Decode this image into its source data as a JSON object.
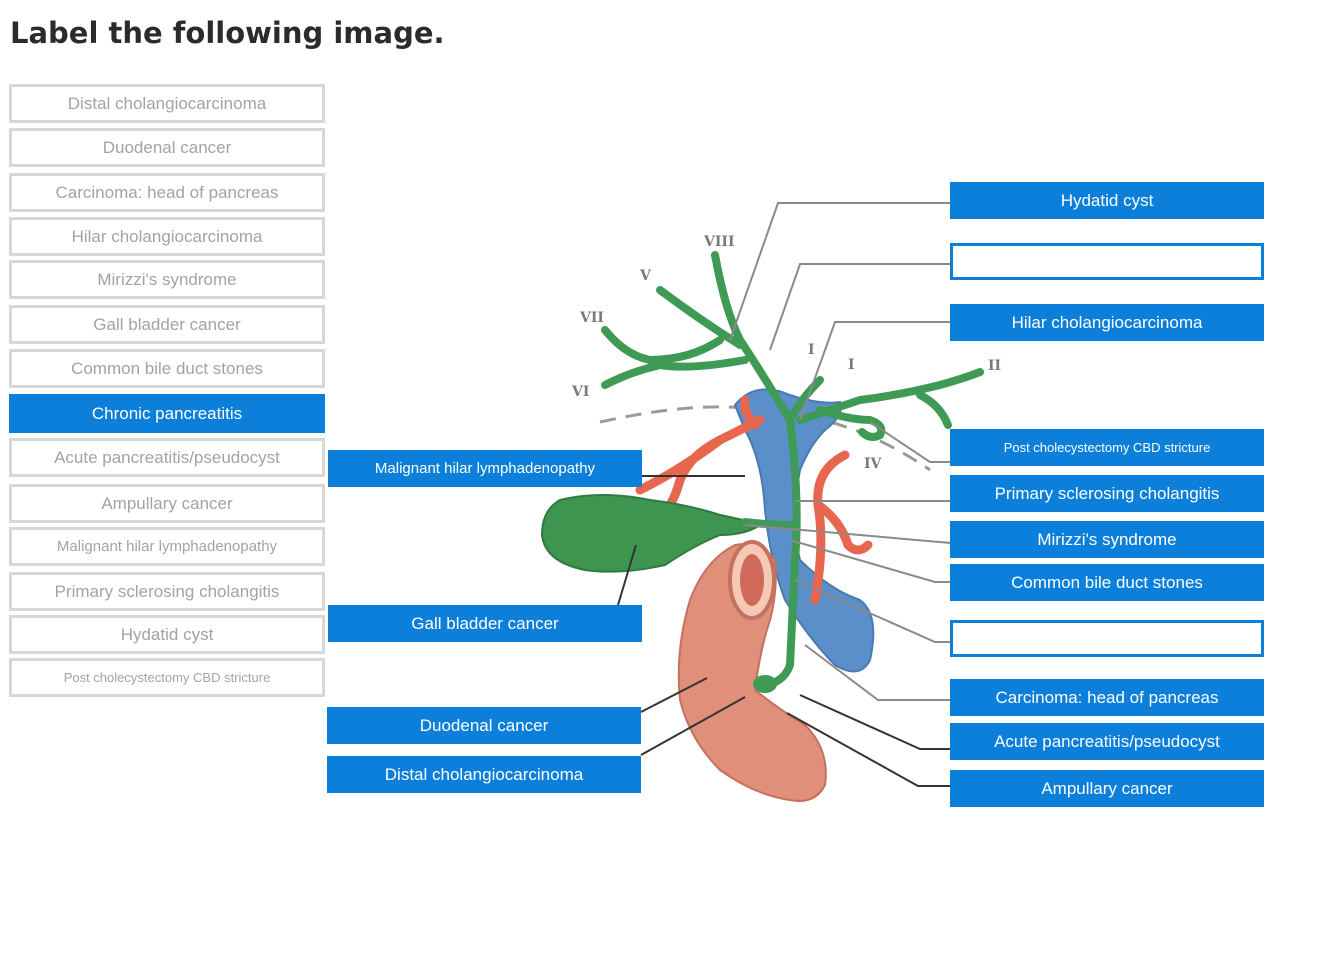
{
  "title": "Label the following image.",
  "bank": [
    {
      "label": "Distal cholangiocarcinoma"
    },
    {
      "label": "Duodenal cancer"
    },
    {
      "label": "Carcinoma: head of pancreas"
    },
    {
      "label": "Hilar cholangiocarcinoma"
    },
    {
      "label": "Mirizzi's syndrome"
    },
    {
      "label": "Gall bladder cancer"
    },
    {
      "label": "Common bile duct stones"
    },
    {
      "label": "Chronic pancreatitis",
      "selected": true
    },
    {
      "label": "Acute pancreatitis/pseudocyst"
    },
    {
      "label": "Ampullary cancer"
    },
    {
      "label": "Malignant hilar lymphadenopathy"
    },
    {
      "label": "Primary sclerosing cholangitis"
    },
    {
      "label": "Hydatid cyst"
    },
    {
      "label": "Post cholecystectomy CBD stricture"
    }
  ],
  "targets": {
    "right": [
      "Hydatid cyst",
      "",
      "Hilar cholangiocarcinoma",
      "Post cholecystectomy CBD stricture",
      "Primary sclerosing cholangitis",
      "Mirizzi's syndrome",
      "Common bile duct stones",
      "",
      "Carcinoma: head of pancreas",
      "Acute pancreatitis/pseudocyst",
      "Ampullary cancer"
    ],
    "left": [
      "Malignant hilar lymphadenopathy",
      "Gall bladder cancer",
      "Duodenal cancer",
      "Distal cholangiocarcinoma"
    ]
  },
  "segments": [
    "VIII",
    "V",
    "VII",
    "VI",
    "I",
    "I",
    "II",
    "IV"
  ],
  "colors": {
    "accent": "#0b7fd9",
    "bile_duct": "#3f9a55",
    "portal_vein": "#5b8fc9",
    "artery": "#e8654e",
    "duodenum": "#e08f7a",
    "gallbladder": "#3d9550"
  }
}
